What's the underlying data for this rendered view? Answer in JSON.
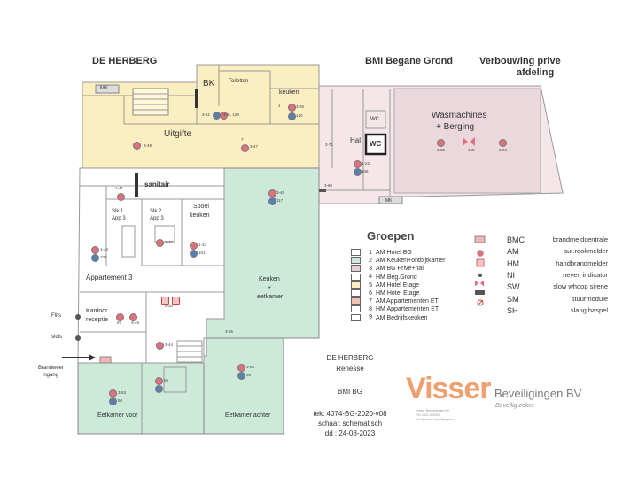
{
  "headers": {
    "left": "DE HERBERG",
    "center": "BMI  Begane Grond",
    "right_line1": "Verbouwing prive",
    "right_line2": "afdeling"
  },
  "rooms": {
    "mk_top": "MK",
    "bk": "BK",
    "toiletten": "Toiletten",
    "keuken_top": "keuken",
    "uitgifte": "Uitgifte",
    "hal": "Hal",
    "wc1": "WC",
    "wc2": "WC",
    "wasmachines_line1": "Wasmachines",
    "wasmachines_line2": "+ Berging",
    "mk_bottom": "MK",
    "sanitair": "sanitair",
    "slk1_line1": "Slk 1",
    "slk1_line2": "App 3",
    "slk2_line1": "Slk 2",
    "slk2_line2": "App 3",
    "spoel_line1": "Spoel",
    "spoel_line2": "keuken",
    "appartement3": "Appartement 3",
    "keuken_eet_line1": "Keuken",
    "keuken_eet_line2": "+",
    "keuken_eet_line3": "eetkamer",
    "kantoor_line1": "Kantoor",
    "kantoor_line2": "receptie",
    "eetkamer_voor": "Eetkamer voor",
    "eetkamer_achter": "Eetkamer achter"
  },
  "side_labels": {
    "flits": "Flits",
    "sluis": "sluis",
    "brandweer_line1": "Brandweer",
    "brandweer_line2": "ingang"
  },
  "device_labels": {
    "d1": "3-51",
    "d2": "1",
    "d3": "3-36",
    "d4": "120",
    "d5": "3-49",
    "d6": "7",
    "d7": "3-47",
    "d8": "3-71",
    "d9": "3-22",
    "d10": "106",
    "d11": "3-35",
    "d12": "105",
    "d13": "3-34",
    "d14": "3-48",
    "d15": "117",
    "d16": "1-41",
    "d17": "1-42",
    "d18": "101",
    "d19": "1-40",
    "d20": "1-43",
    "d21": "101",
    "d22": "3-60",
    "d23": "97",
    "d24": "3-45",
    "d25": "3-44",
    "d26": "3-55",
    "d27": "3-54",
    "d28": "98",
    "d29": "3-53",
    "d30": "94",
    "d31": "95",
    "d32": "4-30",
    "d33": "3-61 123"
  },
  "legend_title": "Groepen",
  "groups": [
    {
      "num": "1",
      "text": "AM  Hotel BG",
      "color": "#ffffff"
    },
    {
      "num": "2",
      "text": "AM  Keuken+ontbijtkamer",
      "color": "#cde9da"
    },
    {
      "num": "3",
      "text": "AM BG Prive+hal",
      "color": "#e0d0d4"
    },
    {
      "num": "4",
      "text": "HM  Beg.Grond",
      "color": "#ffffff"
    },
    {
      "num": "5",
      "text": "AM  Hotel Etage",
      "color": "#fbeec0"
    },
    {
      "num": "6",
      "text": "HM  Hotel Etage",
      "color": "#ffffff"
    },
    {
      "num": "7",
      "text": "AM  Appartementen ET",
      "color": "#f3c2b4"
    },
    {
      "num": "8",
      "text": "HM Appartementen ET",
      "color": "#ffffff"
    },
    {
      "num": "9",
      "text": "AM  Bedrijfskeuken",
      "color": "#ffffff"
    }
  ],
  "symbols": [
    {
      "code": "BMC",
      "text": "brandmeldcentrale",
      "icon": "bmc-icon"
    },
    {
      "code": "AM",
      "text": "aut.rookmelder",
      "icon": "smoke-detector-icon"
    },
    {
      "code": "HM",
      "text": "handbrandmelder",
      "icon": "manual-call-point-icon"
    },
    {
      "code": "NI",
      "text": "neven indicator",
      "icon": "indicator-icon"
    },
    {
      "code": "SW",
      "text": "slow whoop sirene",
      "icon": "siren-icon"
    },
    {
      "code": "SM",
      "text": "stuurmodule",
      "icon": "control-module-icon"
    },
    {
      "code": "SH",
      "text": "slang haspel",
      "icon": "hose-reel-icon"
    }
  ],
  "titleblock": {
    "name": "DE HERBERG",
    "place": "Renesse",
    "drawing": "BMI  BG",
    "tek": "tek: 4074-BG-2020-v08",
    "schaal": "schaal: schematisch",
    "dd": "dd :  24-08-2023"
  },
  "company": {
    "name_big": "Visser",
    "name_rest": "Beveiligingen BV",
    "tagline": "Beveilig zeker",
    "contact1": "Visser Beveiligingen BV",
    "contact2": "Tel: 0111-000000",
    "contact3": "info@visser-beveiligingen.nl"
  },
  "colors": {
    "yellow_zone": "#fbeec0",
    "green_zone": "#cde9da",
    "pink_zone": "#f5e7e9",
    "smoke_detector": "#e0707c",
    "indicator": "#5d7fb0",
    "visser_orange": "#f0a070",
    "visser_gray": "#7a7a7a"
  }
}
